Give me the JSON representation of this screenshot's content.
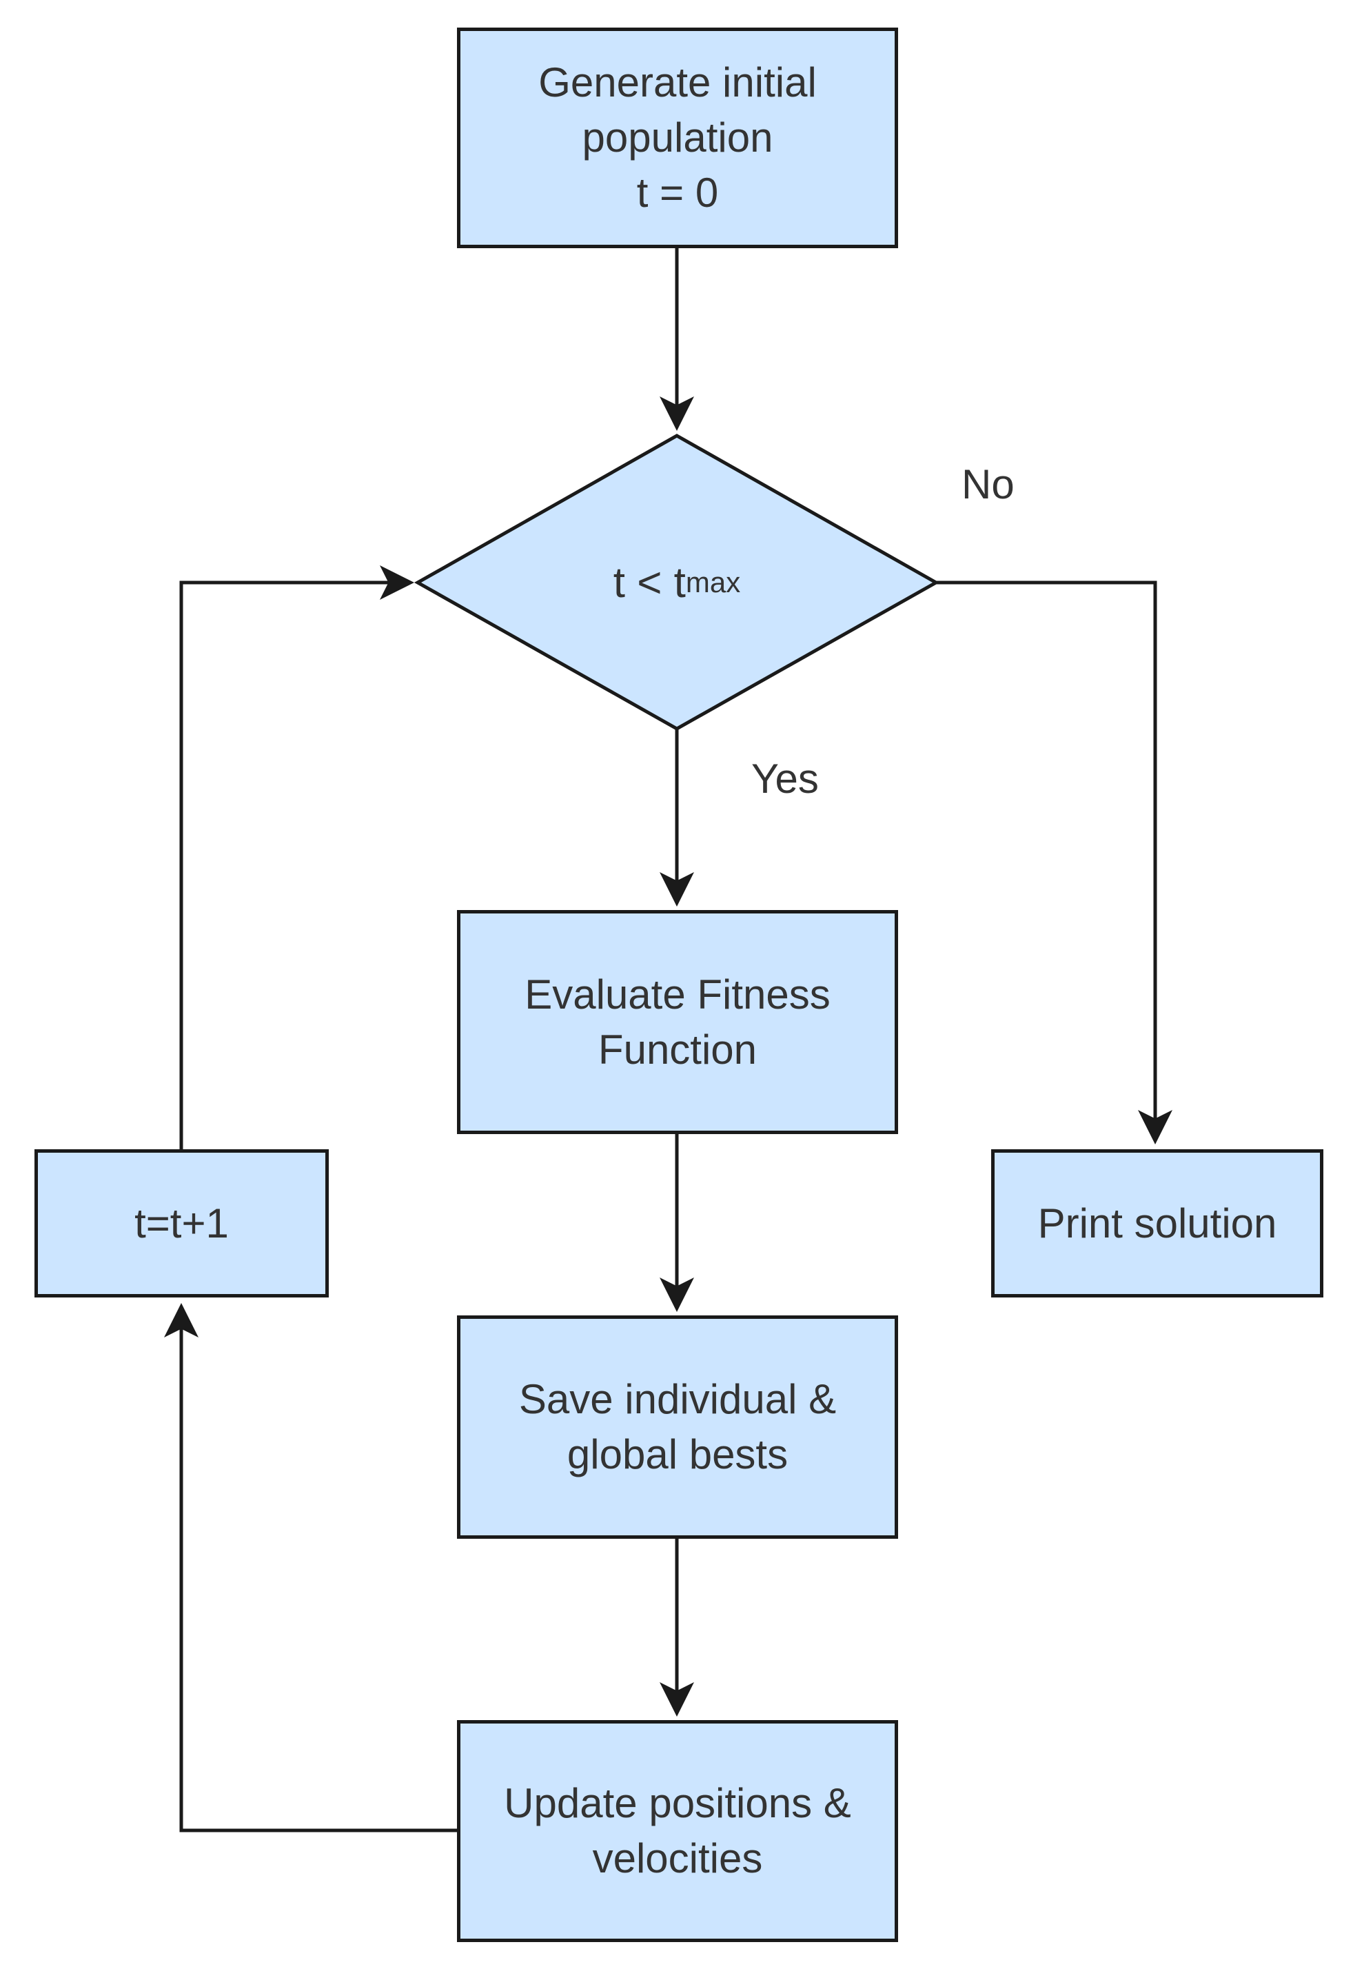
{
  "diagram": {
    "nodes": {
      "init": {
        "line1": "Generate initial",
        "line2": "population",
        "line3": "t = 0"
      },
      "condition": {
        "base": "t < t",
        "subscript": "max"
      },
      "evaluate": {
        "line1": "Evaluate Fitness",
        "line2": "Function"
      },
      "save": {
        "line1": "Save individual &",
        "line2": "global bests"
      },
      "update": {
        "line1": "Update positions &",
        "line2": "velocities"
      },
      "increment": {
        "text": "t=t+1"
      },
      "print": {
        "text": "Print solution"
      }
    },
    "edge_labels": {
      "no": "No",
      "yes": "Yes"
    },
    "colors": {
      "node_fill": "#cce5ff",
      "stroke": "#1a1a1a",
      "text": "#333333"
    }
  }
}
